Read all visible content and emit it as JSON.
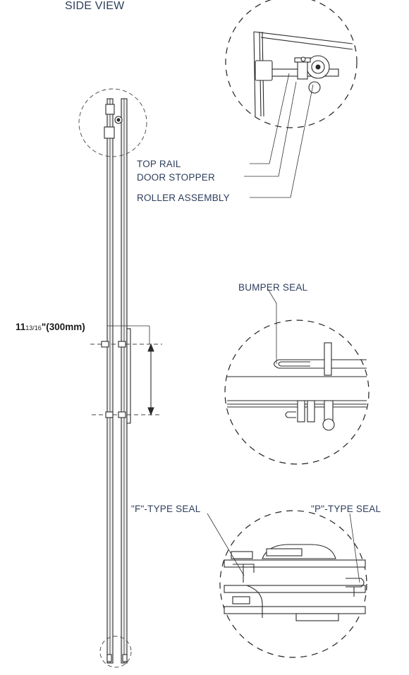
{
  "title": "SIDE VIEW",
  "dimension": {
    "main": "11",
    "fraction": "13/16",
    "metric": "\"(300mm)"
  },
  "callouts": {
    "top_rail": "TOP RAIL",
    "door_stopper": "DOOR STOPPER",
    "roller_assembly": "ROLLER ASSEMBLY",
    "bumper_seal": "BUMPER SEAL",
    "f_type_seal": "\"F\"-TYPE SEAL",
    "p_type_seal": "\"P\"-TYPE SEAL"
  },
  "colors": {
    "label": "#2e3e5c",
    "line": "#2a2a2a",
    "panel_fill": "#ededed"
  }
}
